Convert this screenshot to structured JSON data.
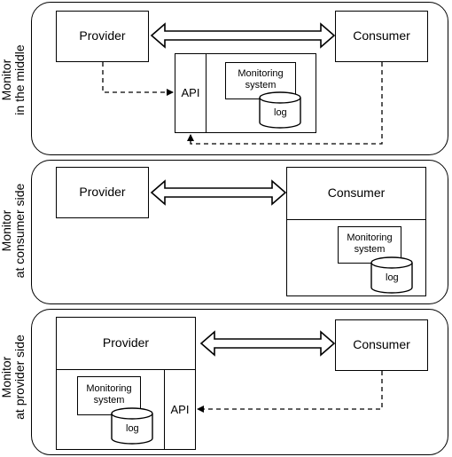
{
  "panels": [
    {
      "side_label_line1": "Monitor",
      "side_label_line2": "in the middle",
      "provider": "Provider",
      "consumer": "Consumer",
      "api": "API",
      "monitoring_line1": "Monitoring",
      "monitoring_line2": "system",
      "log": "log"
    },
    {
      "side_label_line1": "Monitor",
      "side_label_line2": "at consumer side",
      "provider": "Provider",
      "consumer": "Consumer",
      "monitoring_line1": "Monitoring",
      "monitoring_line2": "system",
      "log": "log"
    },
    {
      "side_label_line1": "Monitor",
      "side_label_line2": "at provider side",
      "provider": "Provider",
      "consumer": "Consumer",
      "api": "API",
      "monitoring_line1": "Monitoring",
      "monitoring_line2": "system",
      "log": "log"
    }
  ]
}
